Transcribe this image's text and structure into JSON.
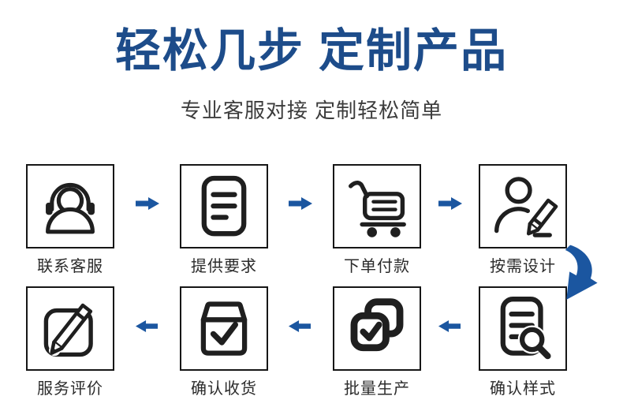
{
  "header": {
    "title": "轻松几步 定制产品",
    "subtitle": "专业客服对接 定制轻松简单"
  },
  "steps": [
    {
      "order": 1,
      "label": "联系客服",
      "icon": "headset-agent-icon"
    },
    {
      "order": 2,
      "label": "提供要求",
      "icon": "requirements-document-icon"
    },
    {
      "order": 3,
      "label": "下单付款",
      "icon": "shopping-cart-icon"
    },
    {
      "order": 4,
      "label": "按需设计",
      "icon": "design-person-pencil-icon"
    },
    {
      "order": 5,
      "label": "确认样式",
      "icon": "style-review-magnifier-icon"
    },
    {
      "order": 6,
      "label": "批量生产",
      "icon": "batch-production-layers-icon"
    },
    {
      "order": 7,
      "label": "确认收货",
      "icon": "package-received-check-icon"
    },
    {
      "order": 8,
      "label": "服务评价",
      "icon": "service-review-pencil-icon"
    }
  ],
  "flow": {
    "row1_direction": "left-to-right",
    "row2_direction": "right-to-left",
    "row_connector": "curved-arrow-down-left"
  },
  "colors": {
    "title": "#1d4c8a",
    "subtitle": "#3c3c3c",
    "accent_arrow": "#1b56a0",
    "icon_stroke": "#1f1f1f",
    "box_border": "#161616",
    "label": "#2b2b2b",
    "background": "#ffffff"
  }
}
